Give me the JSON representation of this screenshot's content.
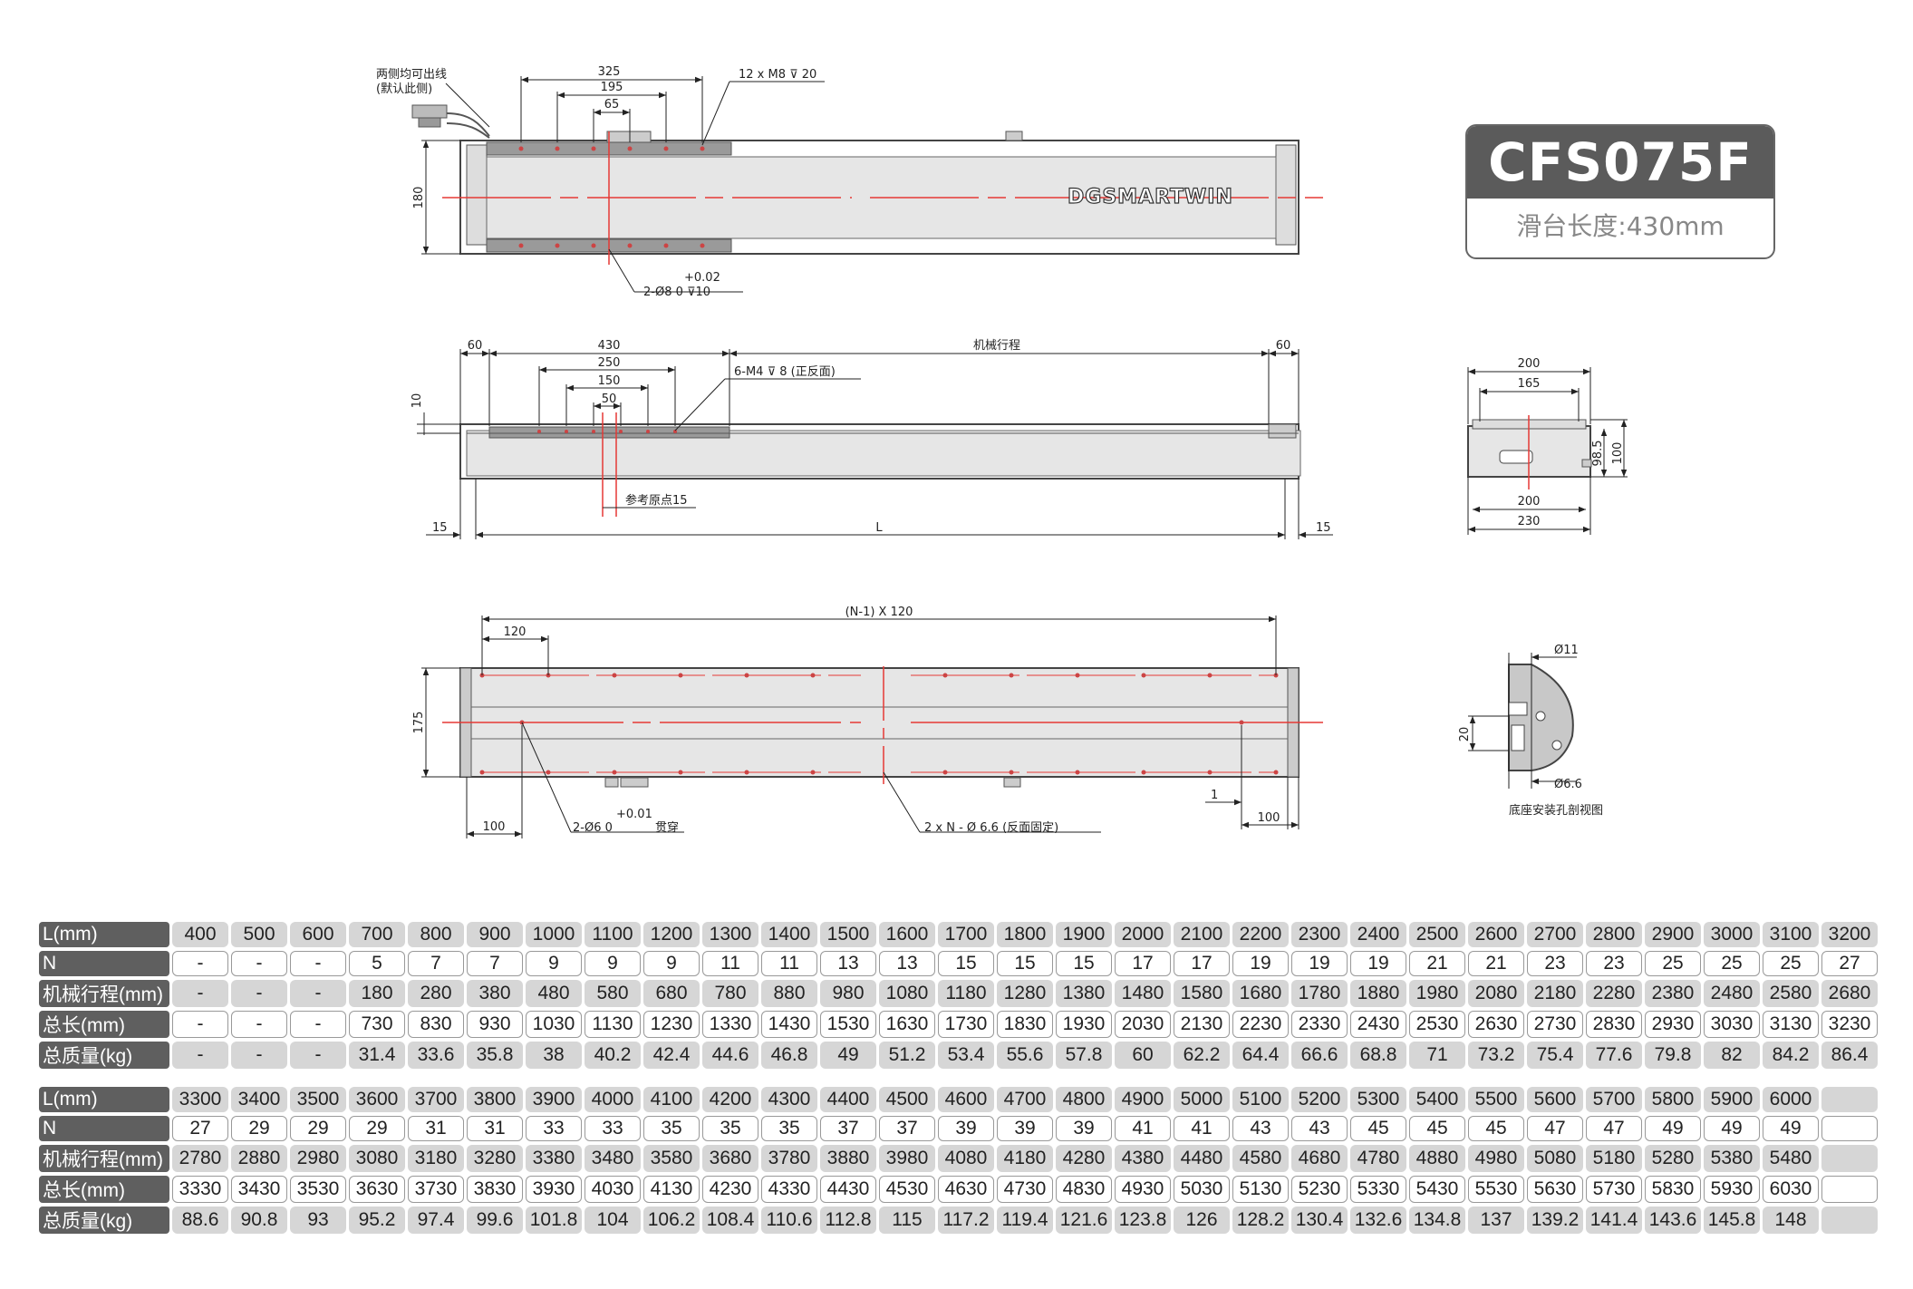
{
  "model": {
    "name": "CFS075F",
    "subtitle": "滑台长度:430mm"
  },
  "top_view": {
    "cable_note": [
      "两侧均可出线",
      "(默认此侧)"
    ],
    "dims": {
      "d325": "325",
      "d195": "195",
      "d65": "65",
      "holes": "12 x M8 ⊽ 20",
      "height": "180",
      "pin_tol": "+0.02",
      "pin_spec": "2-Ø8  0   ⊽10"
    },
    "brand": "DGSMARTWIN"
  },
  "side_view": {
    "dims": {
      "d60l": "60",
      "d430": "430",
      "d250": "250",
      "d150": "150",
      "d50": "50",
      "stroke": "机械行程",
      "d60r": "60",
      "d10": "10",
      "holes": "6-M4 ⊽ 8 (正反面)",
      "ref": "参考原点15",
      "d15l": "15",
      "L": "L",
      "d15r": "15"
    }
  },
  "bottom_view": {
    "dims": {
      "pitch": "(N-1) X 120",
      "d120": "120",
      "d175": "175",
      "d100l": "100",
      "pin_tol": "+0.01",
      "pin_spec": "2-Ø6  0",
      "pin_through": "贯穿",
      "mount": "2 x N - Ø 6.6 (反面固定)",
      "d1": "1",
      "d100r": "100"
    }
  },
  "end_view": {
    "dims": {
      "d200t": "200",
      "d165": "165",
      "d98": "98.5",
      "d100": "100",
      "d200b": "200",
      "d230": "230"
    }
  },
  "section_view": {
    "dims": {
      "d11": "Ø11",
      "d20": "20",
      "d66": "Ø6.6"
    },
    "caption": "底座安装孔剖视图"
  },
  "table1": {
    "rows": [
      {
        "head": "L(mm)",
        "style": "gray",
        "values": [
          "400",
          "500",
          "600",
          "700",
          "800",
          "900",
          "1000",
          "1100",
          "1200",
          "1300",
          "1400",
          "1500",
          "1600",
          "1700",
          "1800",
          "1900",
          "2000",
          "2100",
          "2200",
          "2300",
          "2400",
          "2500",
          "2600",
          "2700",
          "2800",
          "2900",
          "3000",
          "3100",
          "3200"
        ]
      },
      {
        "head": "N",
        "style": "white",
        "values": [
          "-",
          "-",
          "-",
          "5",
          "7",
          "7",
          "9",
          "9",
          "9",
          "11",
          "11",
          "13",
          "13",
          "15",
          "15",
          "15",
          "17",
          "17",
          "19",
          "19",
          "19",
          "21",
          "21",
          "23",
          "23",
          "25",
          "25",
          "25",
          "27"
        ]
      },
      {
        "head": "机械行程(mm)",
        "style": "gray",
        "values": [
          "-",
          "-",
          "-",
          "180",
          "280",
          "380",
          "480",
          "580",
          "680",
          "780",
          "880",
          "980",
          "1080",
          "1180",
          "1280",
          "1380",
          "1480",
          "1580",
          "1680",
          "1780",
          "1880",
          "1980",
          "2080",
          "2180",
          "2280",
          "2380",
          "2480",
          "2580",
          "2680"
        ]
      },
      {
        "head": "总长(mm)",
        "style": "white",
        "values": [
          "-",
          "-",
          "-",
          "730",
          "830",
          "930",
          "1030",
          "1130",
          "1230",
          "1330",
          "1430",
          "1530",
          "1630",
          "1730",
          "1830",
          "1930",
          "2030",
          "2130",
          "2230",
          "2330",
          "2430",
          "2530",
          "2630",
          "2730",
          "2830",
          "2930",
          "3030",
          "3130",
          "3230"
        ]
      },
      {
        "head": "总质量(kg)",
        "style": "gray",
        "values": [
          "-",
          "-",
          "-",
          "31.4",
          "33.6",
          "35.8",
          "38",
          "40.2",
          "42.4",
          "44.6",
          "46.8",
          "49",
          "51.2",
          "53.4",
          "55.6",
          "57.8",
          "60",
          "62.2",
          "64.4",
          "66.6",
          "68.8",
          "71",
          "73.2",
          "75.4",
          "77.6",
          "79.8",
          "82",
          "84.2",
          "86.4"
        ]
      }
    ]
  },
  "table2": {
    "rows": [
      {
        "head": "L(mm)",
        "style": "gray",
        "values": [
          "3300",
          "3400",
          "3500",
          "3600",
          "3700",
          "3800",
          "3900",
          "4000",
          "4100",
          "4200",
          "4300",
          "4400",
          "4500",
          "4600",
          "4700",
          "4800",
          "4900",
          "5000",
          "5100",
          "5200",
          "5300",
          "5400",
          "5500",
          "5600",
          "5700",
          "5800",
          "5900",
          "6000",
          ""
        ]
      },
      {
        "head": "N",
        "style": "white",
        "values": [
          "27",
          "29",
          "29",
          "29",
          "31",
          "31",
          "33",
          "33",
          "35",
          "35",
          "35",
          "37",
          "37",
          "39",
          "39",
          "39",
          "41",
          "41",
          "43",
          "43",
          "45",
          "45",
          "45",
          "47",
          "47",
          "49",
          "49",
          "49",
          ""
        ]
      },
      {
        "head": "机械行程(mm)",
        "style": "gray",
        "values": [
          "2780",
          "2880",
          "2980",
          "3080",
          "3180",
          "3280",
          "3380",
          "3480",
          "3580",
          "3680",
          "3780",
          "3880",
          "3980",
          "4080",
          "4180",
          "4280",
          "4380",
          "4480",
          "4580",
          "4680",
          "4780",
          "4880",
          "4980",
          "5080",
          "5180",
          "5280",
          "5380",
          "5480",
          ""
        ]
      },
      {
        "head": "总长(mm)",
        "style": "white",
        "values": [
          "3330",
          "3430",
          "3530",
          "3630",
          "3730",
          "3830",
          "3930",
          "4030",
          "4130",
          "4230",
          "4330",
          "4430",
          "4530",
          "4630",
          "4730",
          "4830",
          "4930",
          "5030",
          "5130",
          "5230",
          "5330",
          "5430",
          "5530",
          "5630",
          "5730",
          "5830",
          "5930",
          "6030",
          ""
        ]
      },
      {
        "head": "总质量(kg)",
        "style": "gray",
        "values": [
          "88.6",
          "90.8",
          "93",
          "95.2",
          "97.4",
          "99.6",
          "101.8",
          "104",
          "106.2",
          "108.4",
          "110.6",
          "112.8",
          "115",
          "117.2",
          "119.4",
          "121.6",
          "123.8",
          "126",
          "128.2",
          "130.4",
          "132.6",
          "134.8",
          "137",
          "139.2",
          "141.4",
          "143.6",
          "145.8",
          "148",
          ""
        ]
      }
    ]
  },
  "colors": {
    "center_line": "#e53935",
    "body_fill": "#e6e6e6",
    "carriage_fill": "#9a9a9a",
    "header_fill": "#5f5f5f"
  }
}
